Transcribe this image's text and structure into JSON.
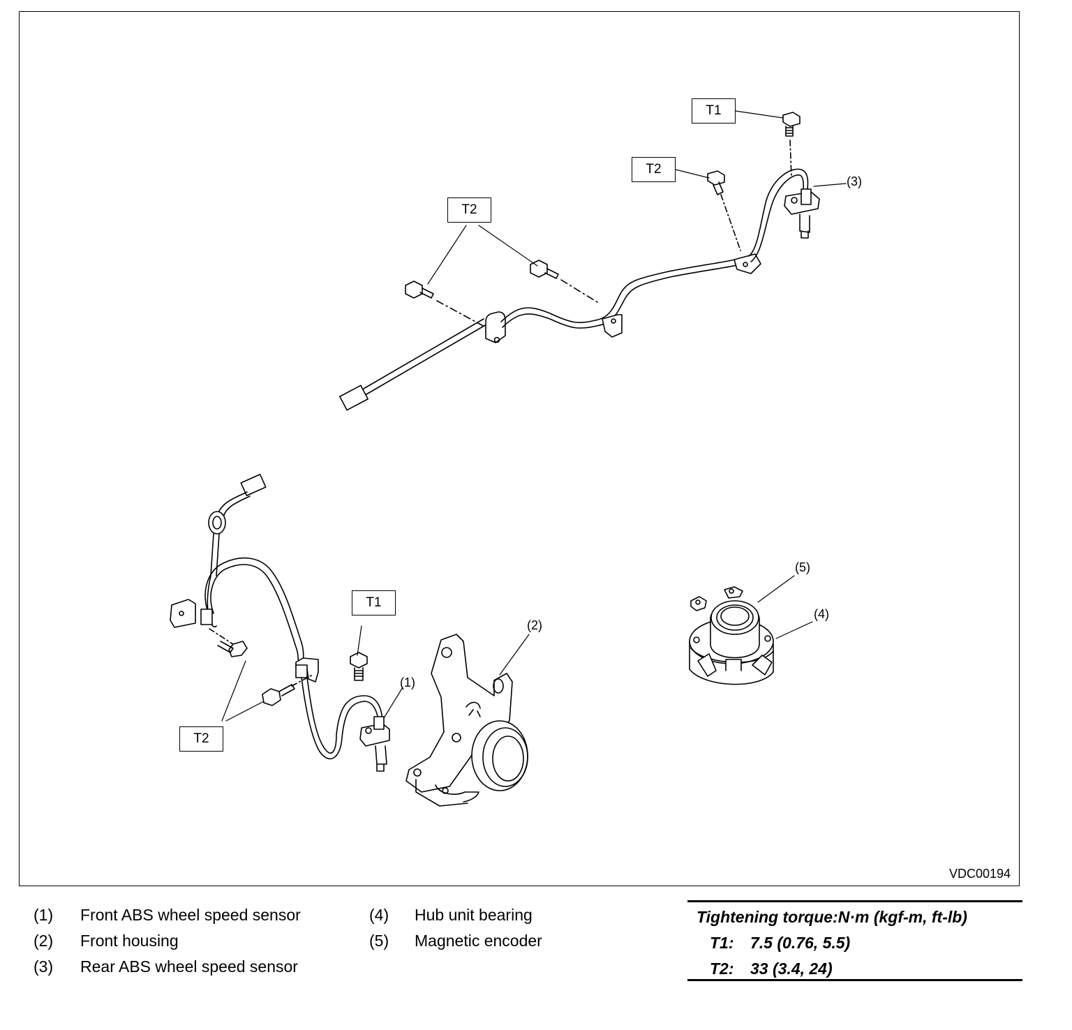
{
  "figure": {
    "id_code": "VDC00194",
    "torque_tags": [
      "T1",
      "T2",
      "T2",
      "T1",
      "T2"
    ],
    "callouts": [
      "(1)",
      "(2)",
      "(3)",
      "(4)",
      "(5)"
    ]
  },
  "legend": [
    {
      "num": "(1)",
      "text": "Front ABS wheel speed sensor"
    },
    {
      "num": "(2)",
      "text": "Front housing"
    },
    {
      "num": "(3)",
      "text": "Rear ABS wheel speed sensor"
    },
    {
      "num": "(4)",
      "text": "Hub unit bearing"
    },
    {
      "num": "(5)",
      "text": "Magnetic encoder"
    }
  ],
  "torque": {
    "title": "Tightening torque:N·m (kgf-m, ft-lb)",
    "rows": [
      {
        "key": "T1:",
        "value": "7.5 (0.76, 5.5)"
      },
      {
        "key": "T2:",
        "value": "33 (3.4, 24)"
      }
    ]
  }
}
